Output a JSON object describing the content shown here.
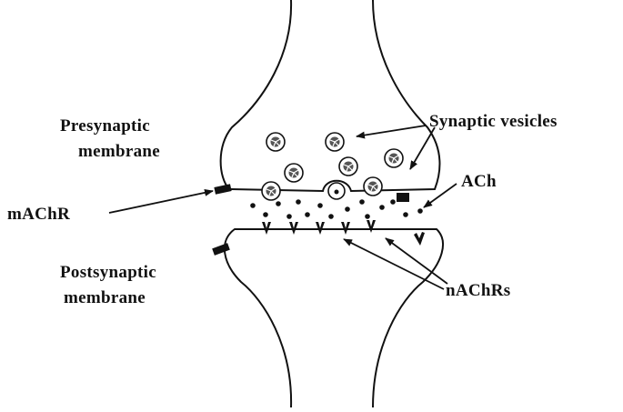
{
  "labels": {
    "presynaptic_line1": "Presynaptic",
    "presynaptic_line2": "membrane",
    "synaptic_vesicles": "Synaptic vesicles",
    "ach": "ACh",
    "machr": "mAChR",
    "postsynaptic_line1": "Postsynaptic",
    "postsynaptic_line2": "membrane",
    "nachrs": "nAChRs"
  },
  "colors": {
    "ink": "#111111",
    "background": "#ffffff"
  }
}
